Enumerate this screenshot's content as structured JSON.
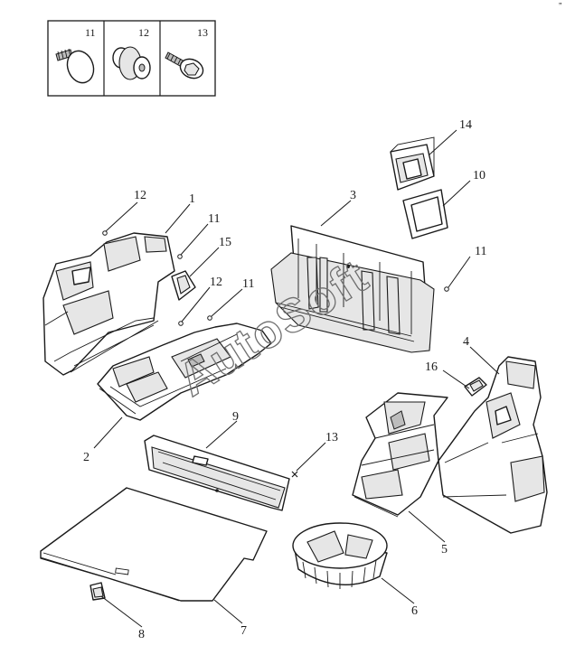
{
  "diagram": {
    "watermark": "AutoSoft",
    "corner_mark": "”",
    "inset_callouts": [
      "11",
      "12",
      "13"
    ],
    "callouts": {
      "p1": "1",
      "p2": "2",
      "p3": "3",
      "p4": "4",
      "p5": "5",
      "p6": "6",
      "p7": "7",
      "p8": "8",
      "p9": "9",
      "p10": "10",
      "p11a": "11",
      "p11b": "11",
      "p11c": "11",
      "p12a": "12",
      "p12b": "12",
      "p13": "13",
      "p14": "14",
      "p15": "15",
      "p16": "16"
    }
  }
}
